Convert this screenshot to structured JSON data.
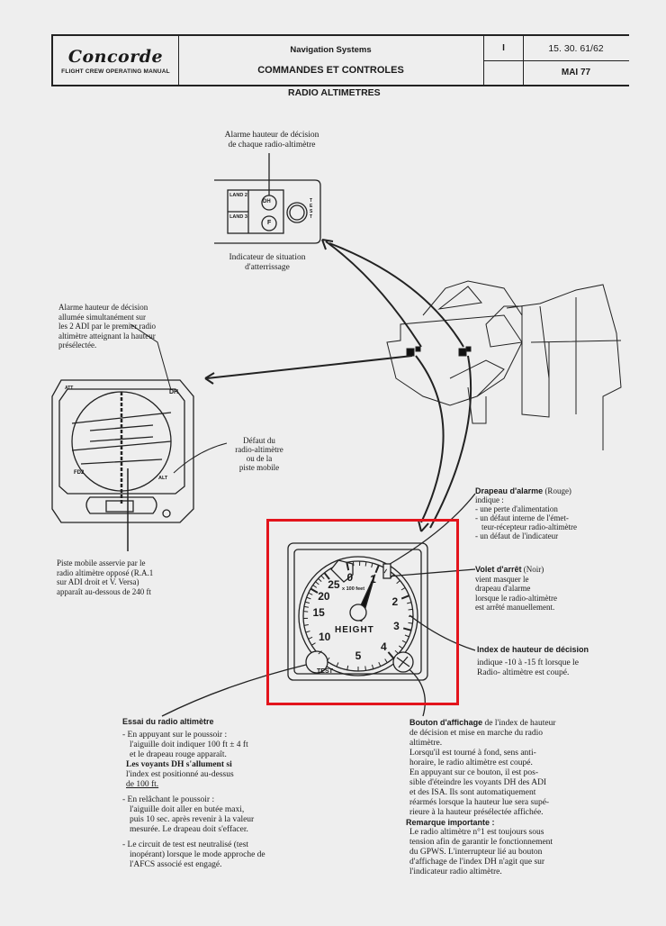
{
  "header": {
    "logo": "Concorde",
    "manual": "FLIGHT CREW OPERATING MANUAL",
    "system": "Navigation Systems",
    "section": "COMMANDES ET CONTROLES",
    "volume": "I",
    "page_ref": "15. 30. 61/62",
    "date": "MAI 77"
  },
  "page_title": "RADIO ALTIMETRES",
  "lis": {
    "callout": [
      "Alarme hauteur de décision",
      "de chaque radio-altimètre"
    ],
    "caption": [
      "Indicateur de situation",
      "d'atterrissage"
    ],
    "labels": {
      "land2": "LAND 2",
      "land3": "LAND 3",
      "dh": "DH",
      "f": "F",
      "test": "TEST"
    }
  },
  "adi": {
    "callout": [
      "Alarme hauteur de décision",
      "allumée simultanément sur",
      "les 2 ADI par le premier radio",
      "altimètre atteignant la hauteur",
      "présélectée."
    ],
    "fault_callout": [
      "Défaut du",
      "radio-altimètre",
      "ou de la",
      "piste mobile"
    ],
    "runway_callout": [
      "Piste mobile asservie par le",
      "radio altimètre opposé (R.A.1",
      "sur ADI droit et V. Versa)",
      "apparaît au-dessous de 240 ft"
    ],
    "labels": {
      "dh": "DH",
      "att": "ATT",
      "fd": "FD2",
      "alt": "ALT"
    }
  },
  "gauge": {
    "title": "HEIGHT",
    "unit": "x 100 feet",
    "test_label": "TEST",
    "tick_labels": [
      "0",
      "1",
      "2",
      "3",
      "4",
      "5",
      "10",
      "15",
      "20",
      "25"
    ],
    "needle_value_x100ft": 1,
    "highlight_color": "#e3141c"
  },
  "flag": {
    "title": "Drapeau d'alarme",
    "color_note": "(Rouge)",
    "lines": [
      "indique :",
      "- une perte d'alimentation",
      "- un défaut interne de l'émet-",
      "  teur-récepteur radio-altimètre",
      "- un défaut de l'indicateur"
    ]
  },
  "shutter": {
    "title": "Volet d'arrêt",
    "color_note": "(Noir)",
    "lines": [
      "vient masquer le",
      "drapeau d'alarme",
      "lorsque le radio-altimètre",
      "est arrêté manuellement."
    ]
  },
  "dh_index": {
    "title": "Index de hauteur de décision",
    "lines": [
      "indique -10 à -15 ft lorsque le",
      "Radio- altimètre est coupé."
    ]
  },
  "test": {
    "title": "Essai du radio altimètre",
    "items": [
      [
        "- En appuyant sur le poussoir :",
        "  l'aiguille doit indiquer 100 ft ± 4 ft",
        "  et le drapeau rouge apparaît.",
        "  Les voyants DH s'allument si",
        "  l'index est positionné au-dessus",
        "  de 100 ft."
      ],
      [
        "- En relâchant le poussoir :",
        "  l'aiguille doit aller en butée maxi,",
        "  puis 10 sec. après revenir à la valeur",
        "  mesurée. Le drapeau doit s'effacer."
      ],
      [
        "- Le circuit de test est neutralisé (test",
        "  inopérant) lorsque le mode approche de",
        "  l'AFCS associé est engagé."
      ]
    ]
  },
  "knob": {
    "title": "Bouton d'affichage",
    "lines": [
      "de l'index de hauteur",
      "de décision et mise en marche du radio",
      "altimètre.",
      "Lorsqu'il est tourné à fond, sens anti-",
      "horaire, le radio altimètre est coupé.",
      "En appuyant sur ce bouton, il est pos-",
      "sible d'éteindre les voyants DH des ADI",
      "et des ISA. Ils sont automatiquement",
      "réarmés lorsque la hauteur lue sera supé-",
      "rieure à la hauteur présélectée affichée."
    ],
    "remark_title": "Remarque importante :",
    "remark_lines": [
      "Le radio altimètre n°1 est toujours sous",
      "tension afin de garantir le fonctionnement",
      "du GPWS. L'interrupteur lié au bouton",
      "d'affichage de l'index DH n'agit que sur",
      "l'indicateur radio altimètre."
    ]
  }
}
